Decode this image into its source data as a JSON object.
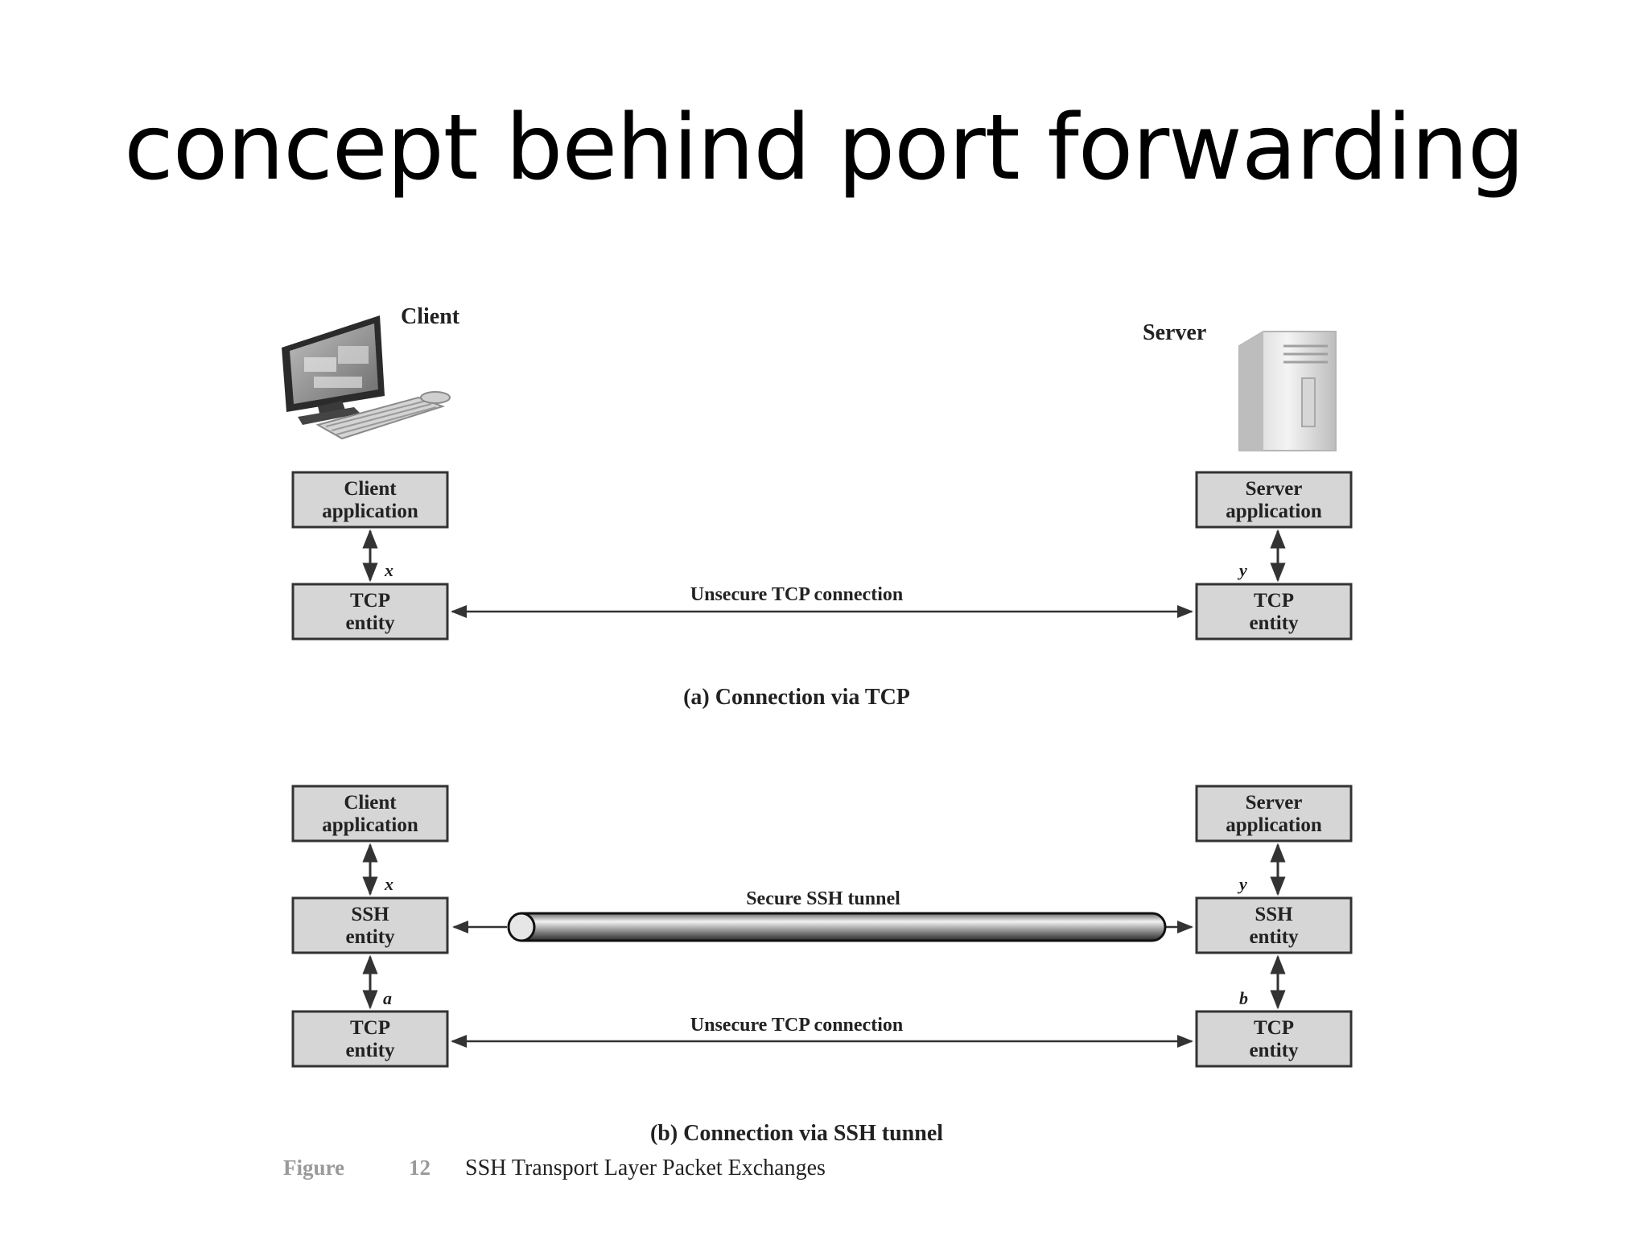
{
  "slide": {
    "title": "concept behind port forwarding"
  },
  "diagram_a": {
    "client_label": "Client",
    "server_label": "Server",
    "client_app": [
      "Client",
      "application"
    ],
    "server_app": [
      "Server",
      "application"
    ],
    "client_tcp": [
      "TCP",
      "entity"
    ],
    "server_tcp": [
      "TCP",
      "entity"
    ],
    "port_client": "x",
    "port_server": "y",
    "connection_label": "Unsecure TCP connection",
    "caption": "(a) Connection via TCP"
  },
  "diagram_b": {
    "client_app": [
      "Client",
      "application"
    ],
    "server_app": [
      "Server",
      "application"
    ],
    "client_ssh": [
      "SSH",
      "entity"
    ],
    "server_ssh": [
      "SSH",
      "entity"
    ],
    "client_tcp": [
      "TCP",
      "entity"
    ],
    "server_tcp": [
      "TCP",
      "entity"
    ],
    "port_x": "x",
    "port_y": "y",
    "port_a": "a",
    "port_b": "b",
    "tunnel_label": "Secure SSH tunnel",
    "connection_label": "Unsecure TCP connection",
    "caption": "(b) Connection via SSH tunnel"
  },
  "figure": {
    "label": "Figure",
    "number": "12",
    "caption": "SSH Transport Layer Packet Exchanges"
  },
  "icons": {
    "client": "desktop-computer-icon",
    "server": "server-tower-icon"
  }
}
